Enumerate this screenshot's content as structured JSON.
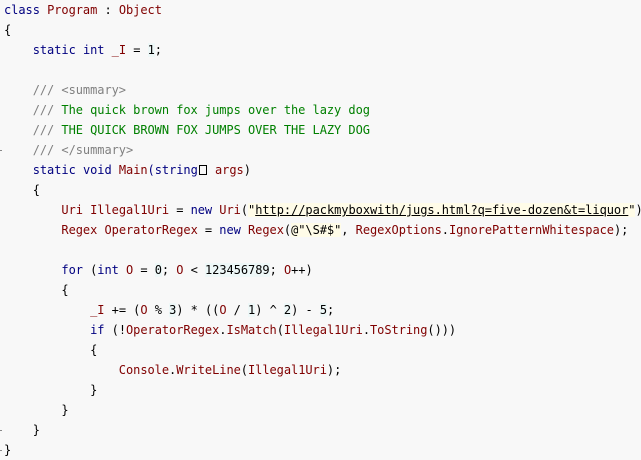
{
  "colors": {
    "background": "#f8f8f8",
    "keyword": "#000080",
    "type": "#800000",
    "doc_comment_text": "#008000",
    "doc_comment_tag": "#808080",
    "string_background": "#fffce8",
    "number_background": "#eef8f8"
  },
  "code": {
    "l0": {
      "kw": "class",
      "name": "Program",
      "sep": " : ",
      "base": "Object"
    },
    "l1": {
      "text": "{"
    },
    "l2": {
      "indent": "    ",
      "kw1": "static",
      "kw2": "int",
      "field": "_I",
      "op": " = ",
      "num": "1",
      "end": ";"
    },
    "l4": {
      "indent": "    ",
      "slashes": "/// ",
      "tag": "<summary>"
    },
    "l5": {
      "indent": "    ",
      "slashes": "/// ",
      "text": "The quick brown fox jumps over the lazy dog"
    },
    "l6": {
      "indent": "    ",
      "slashes": "/// ",
      "text": "THE QUICK BROWN FOX JUMPS OVER THE LAZY DOG"
    },
    "l7": {
      "indent": "    ",
      "slashes": "/// ",
      "tag": "</summary>"
    },
    "l8": {
      "indent": "    ",
      "kw1": "static",
      "kw2": "void",
      "method": "Main",
      "open": "(",
      "ptype": "string",
      "param": "args",
      "close": ")"
    },
    "l9": {
      "indent": "    ",
      "text": "{"
    },
    "l10": {
      "indent": "        ",
      "type": "Uri",
      "var": "Illegal1Uri",
      "op": " = ",
      "kw": "new",
      "ctor": "Uri",
      "open": "(",
      "url": "http://packmyboxwith/jugs.html?q=five-dozen&t=liquor",
      "end": ");"
    },
    "l11": {
      "indent": "        ",
      "type": "Regex",
      "var": "OperatorRegex",
      "op": " = ",
      "kw": "new",
      "ctor": "Regex",
      "open": "(",
      "str": "@\"\\S#$\"",
      "comma": ", ",
      "enumtype": "RegexOptions",
      "dot": ".",
      "enumval": "IgnorePatternWhitespace",
      "end": ");"
    },
    "l13": {
      "indent": "        ",
      "kw": "for",
      "p1": " (",
      "kw2": "int",
      "v1": "O",
      "op1": " = ",
      "n1": "0",
      "s1": "; ",
      "v2": "O",
      "op2": " < ",
      "n2": "123456789",
      "s2": "; ",
      "v3": "O",
      "inc": "++)"
    },
    "l14": {
      "indent": "        ",
      "text": "{"
    },
    "l15": {
      "indent": "            ",
      "field": "_I",
      "a": " += (",
      "v1": "O",
      "b": " % ",
      "n1": "3",
      "c": ") * ((",
      "v2": "O",
      "d": " / ",
      "n2": "1",
      "e": ") ^ ",
      "n3": "2",
      "f": ") - ",
      "n4": "5",
      "g": ";"
    },
    "l16": {
      "indent": "            ",
      "kw": "if",
      "a": " (!",
      "obj": "OperatorRegex",
      "dot": ".",
      "method": "IsMatch",
      "b": "(",
      "arg": "Illegal1Uri",
      "dot2": ".",
      "m2": "ToString",
      "c": "()))"
    },
    "l17": {
      "indent": "            ",
      "text": "{"
    },
    "l18": {
      "indent": "                ",
      "cls": "Console",
      "dot": ".",
      "method": "WriteLine",
      "a": "(",
      "arg": "Illegal1Uri",
      "b": ");"
    },
    "l19": {
      "indent": "            ",
      "text": "}"
    },
    "l20": {
      "indent": "        ",
      "text": "}"
    },
    "l21": {
      "indent": "    ",
      "text": "}"
    },
    "l22": {
      "text": "}"
    }
  }
}
